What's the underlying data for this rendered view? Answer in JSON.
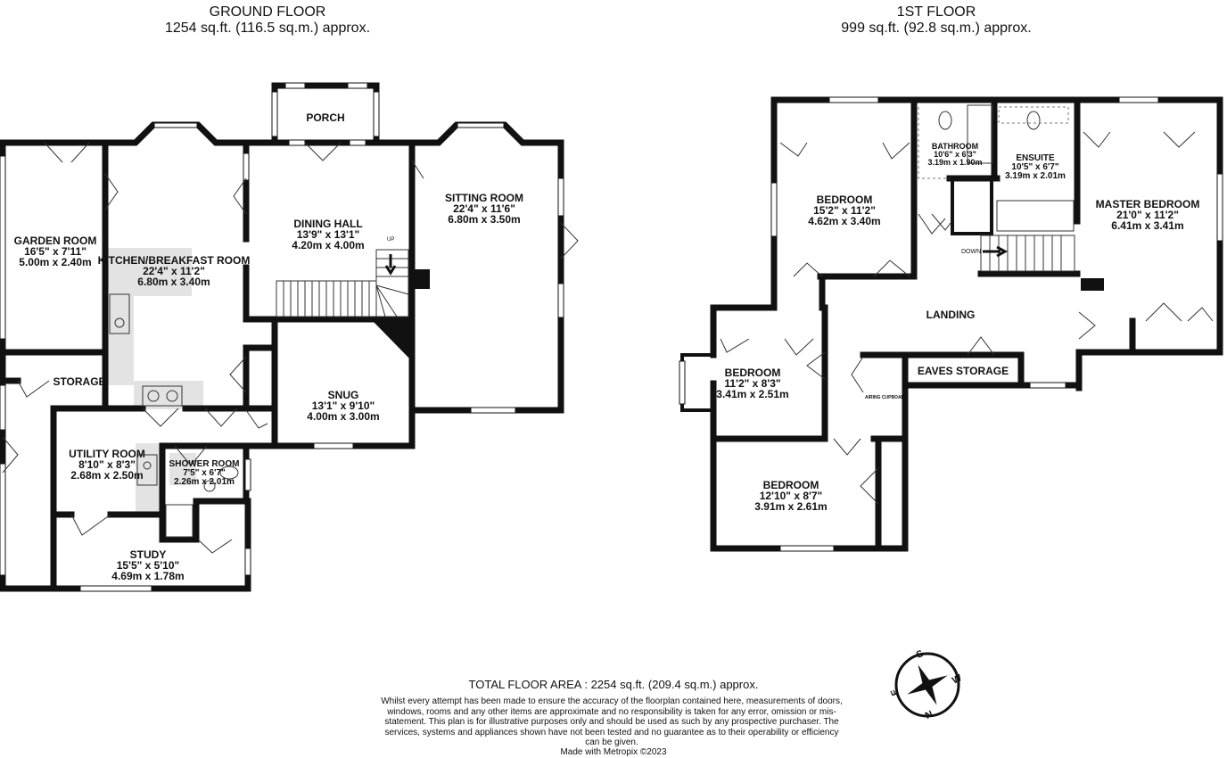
{
  "floors": [
    {
      "title": "GROUND FLOOR",
      "area": "1254 sq.ft. (116.5 sq.m.) approx."
    },
    {
      "title": "1ST FLOOR",
      "area": "999 sq.ft. (92.8 sq.m.) approx."
    }
  ],
  "rooms": {
    "porch": {
      "name": "PORCH"
    },
    "garden_room": {
      "name": "GARDEN ROOM",
      "imperial": "16'5\" x 7'11\"",
      "metric": "5.00m x 2.40m"
    },
    "kitchen": {
      "name": "KITCHEN/BREAKFAST ROOM",
      "imperial": "22'4\" x 11'2\"",
      "metric": "6.80m x 3.40m"
    },
    "dining_hall": {
      "name": "DINING HALL",
      "imperial": "13'9\" x 13'1\"",
      "metric": "4.20m x 4.00m"
    },
    "sitting_room": {
      "name": "SITTING ROOM",
      "imperial": "22'4\" x 11'6\"",
      "metric": "6.80m x 3.50m"
    },
    "storage": {
      "name": "STORAGE"
    },
    "snug": {
      "name": "SNUG",
      "imperial": "13'1\" x 9'10\"",
      "metric": "4.00m x 3.00m"
    },
    "utility_room": {
      "name": "UTILITY ROOM",
      "imperial": "8'10\" x 8'3\"",
      "metric": "2.68m x 2.50m"
    },
    "shower_room": {
      "name": "SHOWER ROOM",
      "imperial": "7'5\" x 6'7\"",
      "metric": "2.26m x 2.01m"
    },
    "study": {
      "name": "STUDY",
      "imperial": "15'5\" x 5'10\"",
      "metric": "4.69m x 1.78m"
    },
    "bedroom_1": {
      "name": "BEDROOM",
      "imperial": "15'2\" x 11'2\"",
      "metric": "4.62m x 3.40m"
    },
    "bathroom": {
      "name": "BATHROOM",
      "imperial": "10'6\" x 6'3\"",
      "metric": "3.19m x 1.90m"
    },
    "ensuite": {
      "name": "ENSUITE",
      "imperial": "10'5\" x 6'7\"",
      "metric": "3.19m x 2.01m"
    },
    "master_bedroom": {
      "name": "MASTER BEDROOM",
      "imperial": "21'0\" x 11'2\"",
      "metric": "6.41m x 3.41m"
    },
    "landing": {
      "name": "LANDING"
    },
    "bedroom_2": {
      "name": "BEDROOM",
      "imperial": "11'2\" x 8'3\"",
      "metric": "3.41m x 2.51m"
    },
    "eaves_storage": {
      "name": "EAVES STORAGE"
    },
    "airing_cupboard": {
      "name": "AIRING CUPBOARD"
    },
    "bedroom_3": {
      "name": "BEDROOM",
      "imperial": "12'10\" x 8'7\"",
      "metric": "3.91m x 2.61m"
    }
  },
  "stairs": {
    "up": "UP",
    "down": "DOWN"
  },
  "total_area": "TOTAL FLOOR AREA : 2254 sq.ft. (209.4 sq.m.) approx.",
  "disclaimer": "Whilst every attempt has been made to ensure the accuracy of the floorplan contained here, measurements of doors, windows, rooms and any other items are approximate and no responsibility is taken for any error, omission or mis-statement. This plan is for illustrative purposes only and should be used as such by any prospective purchaser. The services, systems and appliances shown have not been tested and no guarantee as to their operability or efficiency can be given.",
  "credit": "Made with Metropix ©2023",
  "compass": {
    "n": "N",
    "s": "S",
    "e": "E",
    "w": "W"
  },
  "colors": {
    "wall": "#111111",
    "fitted_unit": "#e3e3e3",
    "window": "#ffffff"
  }
}
